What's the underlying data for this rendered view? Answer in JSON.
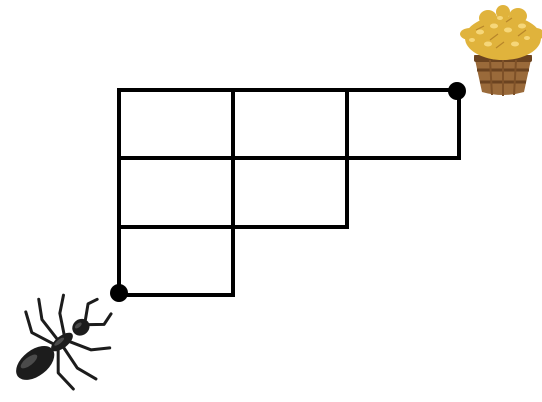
{
  "diagram": {
    "grid_rows": [
      {
        "row": 1,
        "cells": 3
      },
      {
        "row": 2,
        "cells": 2
      },
      {
        "row": 3,
        "cells": 1
      }
    ],
    "start_point": {
      "label": "",
      "marker": "black-dot"
    },
    "end_point": {
      "label": "",
      "marker": "black-dot"
    },
    "start_character": "ant-icon",
    "goal_object": "wheat-basket-icon"
  },
  "colors": {
    "line": "#000000",
    "dot": "#000000",
    "ant_body": "#1c1c1c",
    "ant_highlight": "#6a6a6a",
    "basket": "#9a6a3a",
    "basket_band": "#6b4320",
    "wheat": "#e0b33c",
    "wheat_light": "#f6d77a"
  }
}
